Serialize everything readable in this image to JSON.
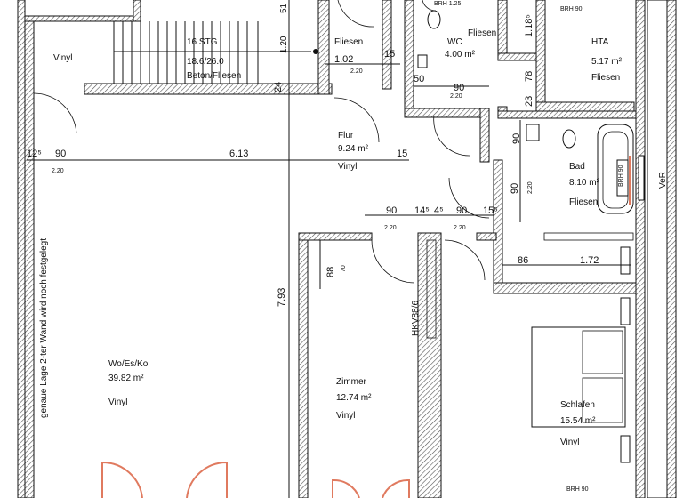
{
  "rooms": {
    "wo": {
      "name": "Wo/Es/Ko",
      "area": "39.82 m²",
      "floor": "Vinyl"
    },
    "vinyl_left": {
      "floor": "Vinyl"
    },
    "stair": {
      "steps": "16 STG",
      "size": "18.6/26.0",
      "material": "Beton/Fliesen",
      "dim": "1.20",
      "dim_top": "51"
    },
    "flur": {
      "name": "Flur",
      "area": "9.24 m²",
      "floor": "Vinyl"
    },
    "wc": {
      "name": "WC",
      "area": "4.00 m²",
      "floor": "Fliesen"
    },
    "fliesen_mid": {
      "floor": "Fliesen"
    },
    "hta": {
      "name": "HTA",
      "area": "5.17 m²",
      "floor": "Fliesen"
    },
    "bad": {
      "name": "Bad",
      "area": "8.10 m²",
      "floor": "Fliesen"
    },
    "zimmer": {
      "name": "Zimmer",
      "area": "12.74 m²",
      "floor": "Vinyl"
    },
    "schlafen": {
      "name": "Schlafen",
      "area": "15.54 m²",
      "floor": "Vinyl"
    }
  },
  "notes": {
    "wall_note": "genaue Lage 2-ter Wand wird noch festgelegt",
    "hkv": "HKV88/6",
    "ver": "VeR",
    "brh_top": "BRH 90",
    "brh_bottom": "BRH 90",
    "brh_wc": "BRH 1.25",
    "brh_bad": "BRH 90"
  },
  "dimensions": {
    "d_12": "12⁵",
    "d_90_a": "90",
    "d_220_a": "2.20",
    "d_613": "6.13",
    "d_15_a": "15",
    "d_102": "1.02",
    "d_220_b": "2.20",
    "d_15_b": "15",
    "d_50": "50",
    "d_90_b": "90",
    "d_220_c": "2.20",
    "d_24": "24",
    "d_118": "1.18⁵",
    "d_78": "78",
    "d_23": "23",
    "d_90_bad_top": "90",
    "d_90_bad": "90",
    "d_220_bad": "2.20",
    "d_90_c": "90",
    "d_220_d": "2.20",
    "d_14": "14⁵",
    "d_4": "4⁵",
    "d_90_d": "90",
    "d_220_e": "2.20",
    "d_15_c": "15⁵",
    "d_88": "88",
    "d_70": "70",
    "d_793": "7.93",
    "d_86": "86",
    "d_172": "1.72"
  },
  "colors": {
    "wall_line": "#111111",
    "hatch": "#555555",
    "window": "#e07a5f"
  }
}
